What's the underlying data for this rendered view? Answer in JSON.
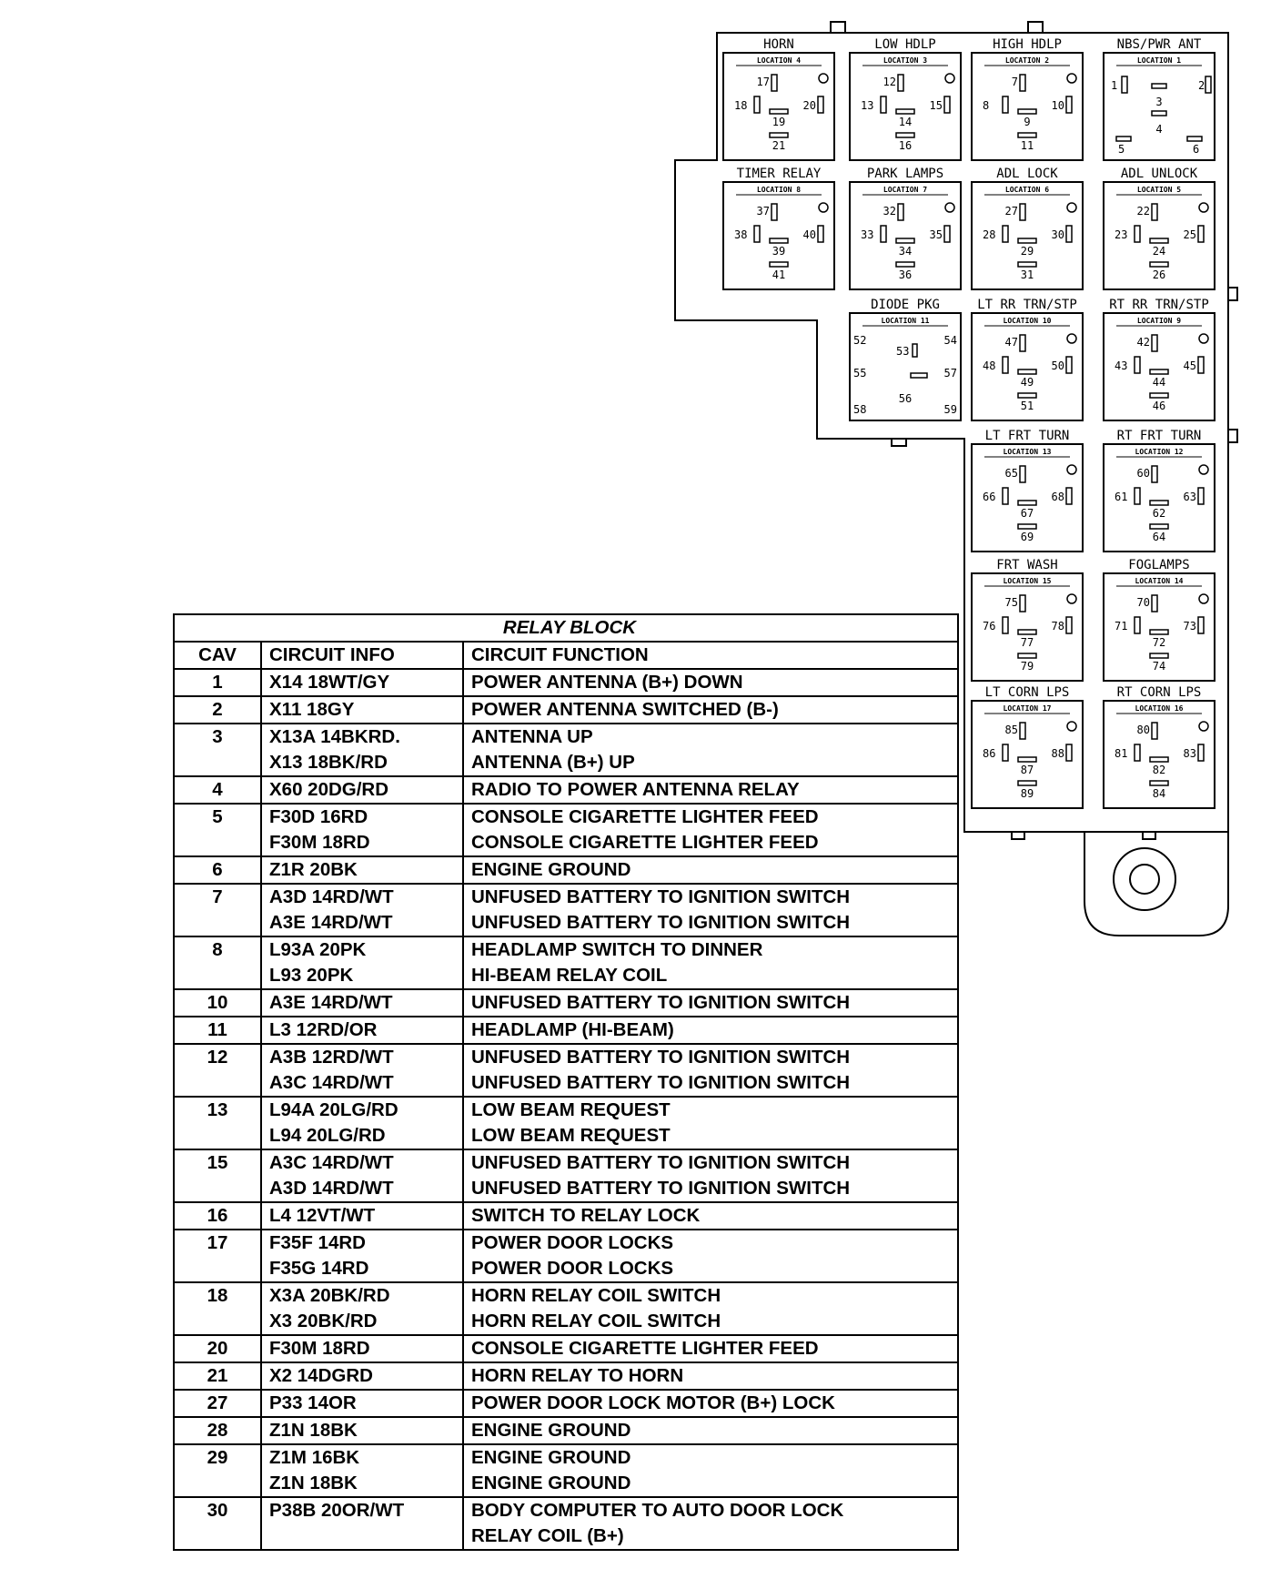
{
  "diagram": {
    "relays": [
      {
        "title": "HORN",
        "location": "LOCATION 4",
        "pins": [
          "17",
          "18",
          "19",
          "20",
          "21"
        ]
      },
      {
        "title": "LOW HDLP",
        "location": "LOCATION 3",
        "pins": [
          "12",
          "13",
          "14",
          "15",
          "16"
        ]
      },
      {
        "title": "HIGH HDLP",
        "location": "LOCATION 2",
        "pins": [
          "7",
          "8",
          "9",
          "10",
          "11"
        ]
      },
      {
        "title": "NBS/PWR ANT",
        "location": "LOCATION 1",
        "pins": [
          "1",
          "2",
          "3",
          "4",
          "5",
          "6"
        ]
      },
      {
        "title": "TIMER RELAY",
        "location": "LOCATION 8",
        "pins": [
          "37",
          "38",
          "39",
          "40",
          "41"
        ]
      },
      {
        "title": "PARK LAMPS",
        "location": "LOCATION 7",
        "pins": [
          "32",
          "33",
          "34",
          "35",
          "36"
        ]
      },
      {
        "title": "ADL LOCK",
        "location": "LOCATION 6",
        "pins": [
          "27",
          "28",
          "29",
          "30",
          "31"
        ]
      },
      {
        "title": "ADL UNLOCK",
        "location": "LOCATION 5",
        "pins": [
          "22",
          "23",
          "24",
          "25",
          "26"
        ]
      },
      {
        "title": "DIODE PKG",
        "location": "LOCATION 11",
        "pins": [
          "52",
          "53",
          "54",
          "55",
          "56",
          "57",
          "58",
          "59"
        ]
      },
      {
        "title": "LT RR TRN/STP",
        "location": "LOCATION 10",
        "pins": [
          "47",
          "48",
          "49",
          "50",
          "51"
        ]
      },
      {
        "title": "RT RR TRN/STP",
        "location": "LOCATION 9",
        "pins": [
          "42",
          "43",
          "44",
          "45",
          "46"
        ]
      },
      {
        "title": "LT FRT TURN",
        "location": "LOCATION 13",
        "pins": [
          "65",
          "66",
          "67",
          "68",
          "69"
        ]
      },
      {
        "title": "RT FRT TURN",
        "location": "LOCATION 12",
        "pins": [
          "60",
          "61",
          "62",
          "63",
          "64"
        ]
      },
      {
        "title": "FRT WASH",
        "location": "LOCATION 15",
        "pins": [
          "75",
          "76",
          "77",
          "78",
          "79"
        ]
      },
      {
        "title": "FOGLAMPS",
        "location": "LOCATION 14",
        "pins": [
          "70",
          "71",
          "72",
          "73",
          "74"
        ]
      },
      {
        "title": "LT CORN LPS",
        "location": "LOCATION 17",
        "pins": [
          "85",
          "86",
          "87",
          "88",
          "89"
        ]
      },
      {
        "title": "RT CORN LPS",
        "location": "LOCATION 16",
        "pins": [
          "80",
          "81",
          "82",
          "83",
          "84"
        ]
      }
    ]
  },
  "table": {
    "title": "RELAY BLOCK",
    "headers": [
      "CAV",
      "CIRCUIT INFO",
      "CIRCUIT FUNCTION"
    ],
    "rows": [
      {
        "cav": "1",
        "circuits": [
          "X14 18WT/GY"
        ],
        "functions": [
          "POWER ANTENNA (B+) DOWN"
        ]
      },
      {
        "cav": "2",
        "circuits": [
          "X11 18GY"
        ],
        "functions": [
          "POWER ANTENNA SWITCHED (B-)"
        ]
      },
      {
        "cav": "3",
        "circuits": [
          "X13A 14BKRD.",
          "X13 18BK/RD"
        ],
        "functions": [
          "ANTENNA UP",
          "ANTENNA (B+) UP"
        ]
      },
      {
        "cav": "4",
        "circuits": [
          "X60 20DG/RD"
        ],
        "functions": [
          "RADIO TO POWER ANTENNA RELAY"
        ]
      },
      {
        "cav": "5",
        "circuits": [
          "F30D 16RD",
          "F30M 18RD"
        ],
        "functions": [
          "CONSOLE CIGARETTE LIGHTER FEED",
          "CONSOLE CIGARETTE LIGHTER FEED"
        ]
      },
      {
        "cav": "6",
        "circuits": [
          "Z1R 20BK"
        ],
        "functions": [
          "ENGINE GROUND"
        ]
      },
      {
        "cav": "7",
        "circuits": [
          "A3D 14RD/WT",
          "A3E 14RD/WT"
        ],
        "functions": [
          "UNFUSED BATTERY TO IGNITION SWITCH",
          "UNFUSED BATTERY TO IGNITION SWITCH"
        ]
      },
      {
        "cav": "8",
        "circuits": [
          "L93A 20PK",
          "L93 20PK"
        ],
        "functions": [
          "HEADLAMP SWITCH TO  DINNER",
          "HI-BEAM RELAY COIL"
        ]
      },
      {
        "cav": "10",
        "circuits": [
          "A3E 14RD/WT"
        ],
        "functions": [
          "UNFUSED BATTERY TO IGNITION SWITCH"
        ]
      },
      {
        "cav": "11",
        "circuits": [
          "L3 12RD/OR"
        ],
        "functions": [
          "HEADLAMP (HI-BEAM)"
        ]
      },
      {
        "cav": "12",
        "circuits": [
          "A3B 12RD/WT",
          "A3C 14RD/WT"
        ],
        "functions": [
          "UNFUSED BATTERY TO IGNITION SWITCH",
          "UNFUSED BATTERY TO IGNITION SWITCH"
        ]
      },
      {
        "cav": "13",
        "circuits": [
          "L94A 20LG/RD",
          "L94 20LG/RD"
        ],
        "functions": [
          "LOW BEAM REQUEST",
          "LOW BEAM REQUEST"
        ]
      },
      {
        "cav": "15",
        "circuits": [
          "A3C 14RD/WT",
          "A3D 14RD/WT"
        ],
        "functions": [
          "UNFUSED BATTERY TO IGNITION SWITCH",
          "UNFUSED BATTERY TO IGNITION SWITCH"
        ]
      },
      {
        "cav": "16",
        "circuits": [
          "L4 12VT/WT"
        ],
        "functions": [
          "SWITCH TO RELAY LOCK"
        ]
      },
      {
        "cav": "17",
        "circuits": [
          "F35F 14RD",
          "F35G 14RD"
        ],
        "functions": [
          "POWER DOOR LOCKS",
          "POWER DOOR LOCKS"
        ]
      },
      {
        "cav": "18",
        "circuits": [
          "X3A 20BK/RD",
          "X3 20BK/RD"
        ],
        "functions": [
          "HORN RELAY COIL SWITCH",
          "HORN RELAY COIL SWITCH"
        ]
      },
      {
        "cav": "20",
        "circuits": [
          "F30M 18RD"
        ],
        "functions": [
          "CONSOLE CIGARETTE LIGHTER FEED"
        ]
      },
      {
        "cav": "21",
        "circuits": [
          "X2 14DGRD"
        ],
        "functions": [
          "HORN RELAY TO HORN"
        ]
      },
      {
        "cav": "27",
        "circuits": [
          "P33 14OR"
        ],
        "functions": [
          "POWER DOOR LOCK MOTOR (B+) LOCK"
        ]
      },
      {
        "cav": "28",
        "circuits": [
          "Z1N 18BK"
        ],
        "functions": [
          "ENGINE GROUND"
        ]
      },
      {
        "cav": "29",
        "circuits": [
          "Z1M 16BK",
          "Z1N 18BK"
        ],
        "functions": [
          "ENGINE GROUND",
          "ENGINE GROUND"
        ]
      },
      {
        "cav": "30",
        "circuits": [
          "P38B 20OR/WT",
          ""
        ],
        "functions": [
          "BODY COMPUTER TO AUTO DOOR LOCK",
          "RELAY COIL (B+)"
        ]
      }
    ]
  }
}
